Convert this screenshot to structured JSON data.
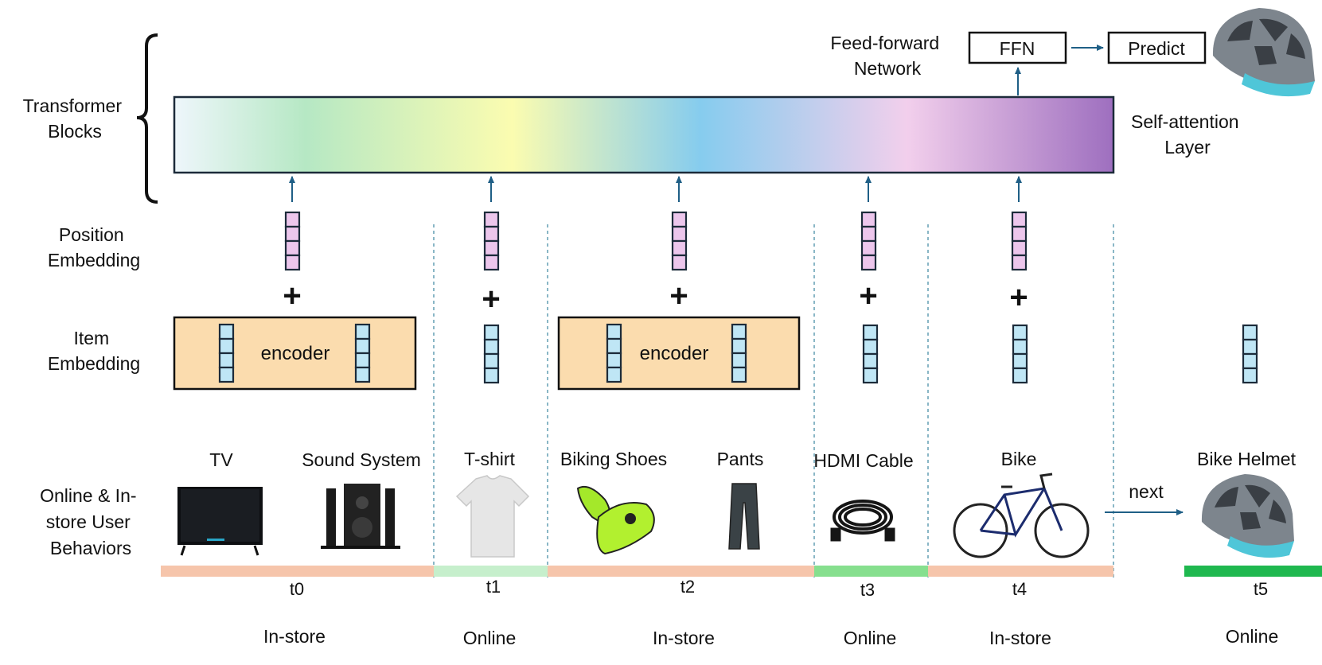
{
  "labels": {
    "transformer_blocks": [
      "Transformer",
      "Blocks"
    ],
    "position_embedding": [
      "Position",
      "Embedding"
    ],
    "item_embedding": [
      "Item",
      "Embedding"
    ],
    "user_behaviors": [
      "Online & In-",
      "store User",
      "Behaviors"
    ],
    "feed_forward": [
      "Feed-forward",
      "Network"
    ],
    "self_attention": [
      "Self-attention",
      "Layer"
    ],
    "ffn": "FFN",
    "predict": "Predict",
    "encoder": "encoder",
    "plus": "+",
    "next": "next"
  },
  "items": [
    "TV",
    "Sound System",
    "T-shirt",
    "Biking Shoes",
    "Pants",
    "HDMI Cable",
    "Bike",
    "Bike Helmet"
  ],
  "time_steps": [
    {
      "t": "t0",
      "channel": "In-store",
      "color": "#f6c5ab"
    },
    {
      "t": "t1",
      "channel": "Online",
      "color": "#c6efcc"
    },
    {
      "t": "t2",
      "channel": "In-store",
      "color": "#f6c5ab"
    },
    {
      "t": "t3",
      "channel": "Online",
      "color": "#86df8e"
    },
    {
      "t": "t4",
      "channel": "In-store",
      "color": "#f6c5ab"
    },
    {
      "t": "t5",
      "channel": "Online",
      "color": "#1fb84f"
    }
  ],
  "colors": {
    "arrow": "#1f5f86",
    "position_cell": "#ecc6ec",
    "item_cell": "#bfe6f5",
    "encoder_fill": "#fbdcae",
    "gradient": [
      "#eef6fb",
      "#b6e8c4",
      "#fbfcb0",
      "#86ccee",
      "#f2cfec",
      "#9e6fbf"
    ]
  },
  "icons": [
    "tv-icon",
    "sound-system-icon",
    "tshirt-icon",
    "biking-shoes-icon",
    "pants-icon",
    "hdmi-cable-icon",
    "bike-icon",
    "bike-helmet-icon"
  ]
}
